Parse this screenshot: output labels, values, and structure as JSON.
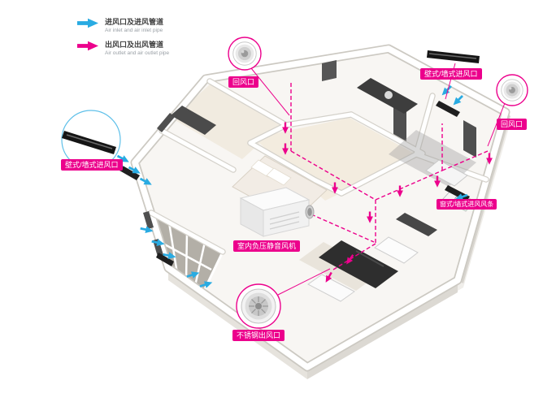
{
  "legend": {
    "items": [
      {
        "cn": "进风口及进风管道",
        "en": "Air inlet and air inlet pipe",
        "color": "#29abe2"
      },
      {
        "cn": "出风口及出风管道",
        "en": "Air outlet and air outlet pipe",
        "color": "#ec008c"
      }
    ]
  },
  "labels": {
    "return_air_top": "回风口",
    "wall_inlet_top_right": "壁式/墙式进风口",
    "return_air_right": "回风口",
    "wall_inlet_left": "壁式/墙式进风口",
    "window_inlet_right": "窗式/墙式进风风条",
    "indoor_fan": "室内负压静音风机",
    "steel_outlet": "不锈钢出风口"
  },
  "colors": {
    "inlet_blue": "#29abe2",
    "outlet_pink": "#ec008c",
    "wall_white": "#ffffff",
    "floor_light": "#f8f6f3",
    "vent_black": "#1f1f1f"
  },
  "icons": {
    "round_ceiling_vent": "concentric-circle-diffuser",
    "stainless_outlet_vent": "radial-slat-round-vent",
    "wall_linear_vent": "black-bar-wall-vent",
    "fan_unit": "white-box-inline-fan",
    "inlet_arrow": "blue-right-arrow",
    "outlet_arrow": "pink-right-arrow"
  }
}
